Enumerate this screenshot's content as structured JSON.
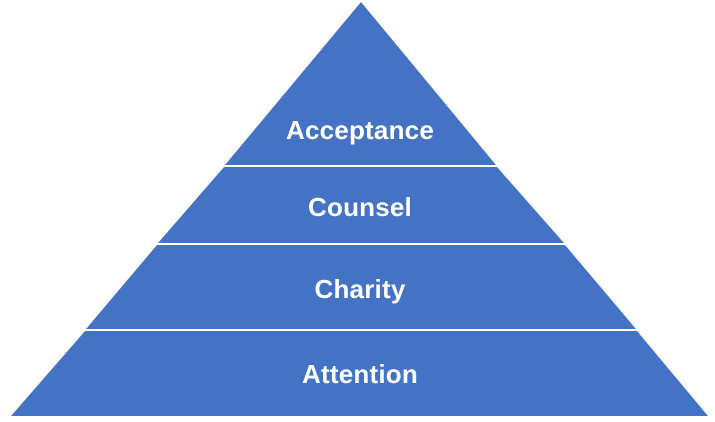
{
  "diagram": {
    "type": "pyramid",
    "fill_color": "#4472C4",
    "separator_color": "#ffffff",
    "label_color": "#ffffff",
    "levels_top_to_bottom": [
      {
        "label": "Acceptance"
      },
      {
        "label": "Counsel"
      },
      {
        "label": "Charity"
      },
      {
        "label": "Attention"
      }
    ]
  }
}
